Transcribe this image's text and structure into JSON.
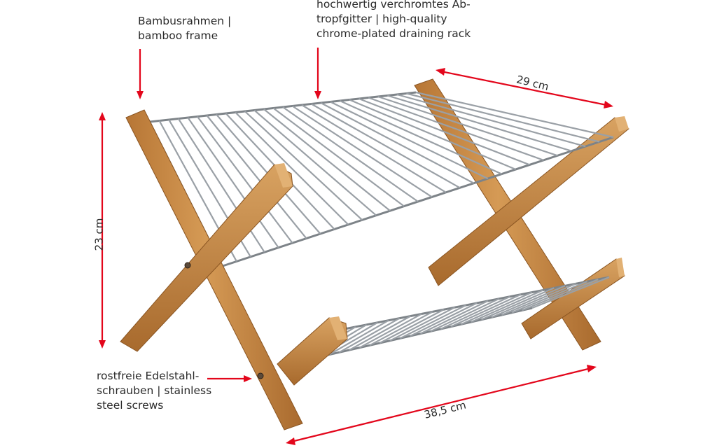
{
  "labels": {
    "bamboo_frame": [
      "Bambusrahmen |",
      "bamboo frame"
    ],
    "chrome_grid": [
      "hochwertig verchromtes Ab-",
      "tropfgitter | high-quality",
      "chrome-plated draining rack"
    ],
    "screws": [
      "rostfreie Edelstahl-",
      "schrauben | stainless",
      "steel screws"
    ]
  },
  "dimensions": {
    "depth": "29 cm",
    "height": "23 cm",
    "width": "38,5 cm"
  },
  "colors": {
    "arrow": "#e3061b",
    "bamboo": "#c98a45",
    "bamboo_dark": "#9c6229",
    "bamboo_light": "#dca869",
    "chrome": "#a9aeb3",
    "chrome_dark": "#6f7479",
    "text": "#2a2a2a"
  }
}
